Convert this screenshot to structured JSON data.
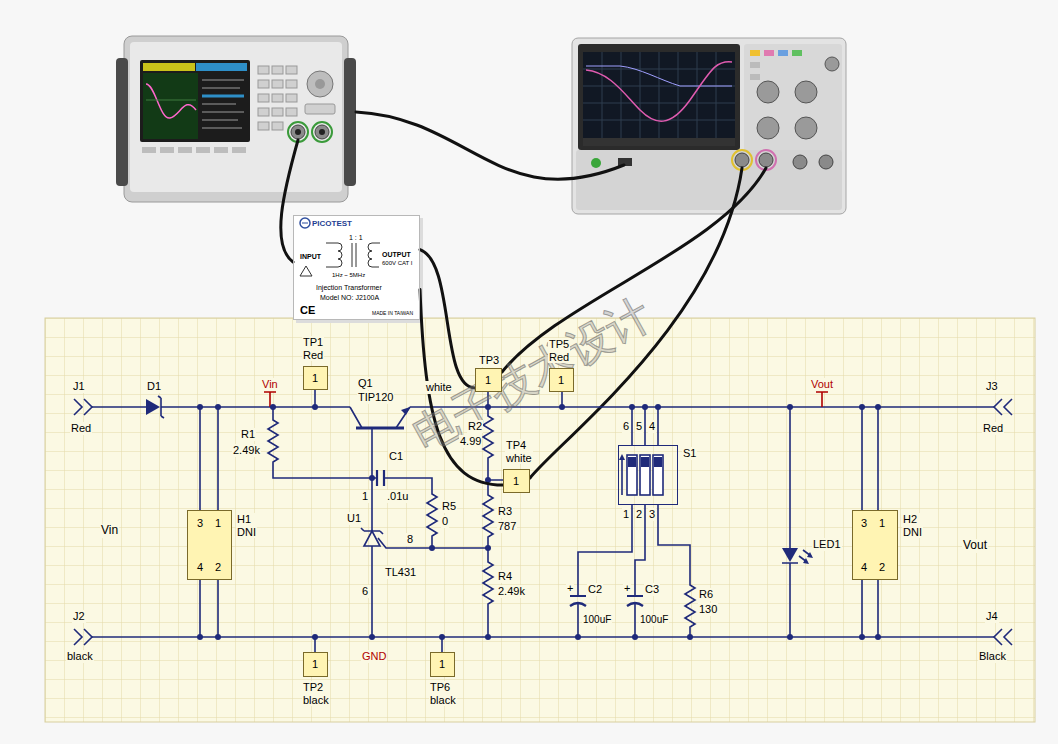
{
  "diagram": {
    "nodes": [
      {
        "text": [
          "PICOTEST",
          "1 : 1",
          "INPUT",
          "OUTPUT",
          "600V CAT I",
          "1Hz ~ 5MHz",
          "Injection Transformer",
          "Model NO: J2100A",
          "CE",
          "MADE IN TAIWAN"
        ]
      },
      {
        "text": [
          "TP1 Red",
          "1"
        ]
      },
      {
        "text": [
          "TP3",
          "white",
          "1"
        ]
      },
      {
        "text": [
          "TP5 Red",
          "1"
        ]
      },
      {
        "text": [
          "TP4 white",
          "1"
        ]
      },
      {
        "text": [
          "H1 DNI",
          "3",
          "1",
          "4",
          "2"
        ]
      },
      {
        "text": [
          "S1"
        ]
      },
      {
        "text": [
          "H2 DNI",
          "3",
          "1",
          "4",
          "2"
        ]
      },
      {
        "text": [
          "1",
          "TP2 black"
        ]
      },
      {
        "text": [
          "1",
          "TP6 black"
        ]
      }
    ],
    "edges": [
      {
        "from": 0,
        "to": 2,
        "arrow": "none"
      },
      {
        "from": 0,
        "to": 4,
        "arrow": "none"
      }
    ],
    "labels": [
      "J1",
      "Red",
      "D1",
      "Vin",
      "R1",
      "2.49k",
      "Q1",
      "TIP120",
      "C1",
      ".01u",
      "R5",
      "0",
      "U1",
      "TL431",
      "1",
      "8",
      "6",
      "R2",
      "4.99",
      "R3",
      "787",
      "R4",
      "2.49k",
      "6",
      "5",
      "4",
      "1",
      "2",
      "3",
      "+",
      "C2",
      "100uF",
      "+",
      "C3",
      "100uF",
      "R6",
      "130",
      "LED1",
      "Vout",
      "J3",
      "Red",
      "J2",
      "black",
      "J4",
      "Black",
      "Vin",
      "Vout",
      "GND",
      "电子技术设计"
    ]
  }
}
